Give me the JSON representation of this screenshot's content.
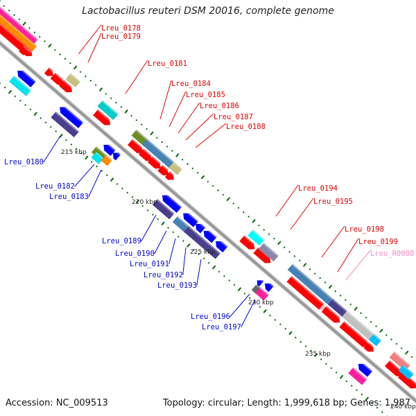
{
  "title": "Lactobacillus reuteri DSM 20016, complete genome",
  "footer": {
    "accession": "Accession: NC_009513",
    "topology": "Topology: circular; Length: 1,999,618 bp; Genes: 1,987"
  },
  "colors": {
    "backbone": "#999999",
    "tick": "#006600",
    "forward_label": "#e00000",
    "reverse_label": "#0000dd",
    "rna_label": "#f08cc0"
  },
  "ticks": [
    {
      "label": "215 kbp",
      "kbp": 215
    },
    {
      "label": "220 kbp",
      "kbp": 220
    },
    {
      "label": "225 kbp",
      "kbp": 225
    },
    {
      "label": "230 kbp",
      "kbp": 230
    },
    {
      "label": "235 kbp",
      "kbp": 235
    },
    {
      "label": "240 kbp",
      "kbp": 240
    }
  ],
  "labels": [
    {
      "text": "Lreu_0178",
      "strand": "forward"
    },
    {
      "text": "Lreu_0179",
      "strand": "forward"
    },
    {
      "text": "Lreu_0180",
      "strand": "reverse"
    },
    {
      "text": "Lreu_0181",
      "strand": "forward"
    },
    {
      "text": "Lreu_0182",
      "strand": "reverse"
    },
    {
      "text": "Lreu_0183",
      "strand": "reverse"
    },
    {
      "text": "Lreu_0184",
      "strand": "forward"
    },
    {
      "text": "Lreu_0185",
      "strand": "forward"
    },
    {
      "text": "Lreu_0186",
      "strand": "forward"
    },
    {
      "text": "Lreu_0187",
      "strand": "forward"
    },
    {
      "text": "Lreu_0188",
      "strand": "forward"
    },
    {
      "text": "Lreu_0189",
      "strand": "reverse"
    },
    {
      "text": "Lreu_0190",
      "strand": "reverse"
    },
    {
      "text": "Lreu_0191",
      "strand": "reverse"
    },
    {
      "text": "Lreu_0192",
      "strand": "reverse"
    },
    {
      "text": "Lreu_0193",
      "strand": "reverse"
    },
    {
      "text": "Lreu_0194",
      "strand": "forward"
    },
    {
      "text": "Lreu_0195",
      "strand": "forward"
    },
    {
      "text": "Lreu_0196",
      "strand": "reverse"
    },
    {
      "text": "Lreu_0197",
      "strand": "reverse"
    },
    {
      "text": "Lreu_0198",
      "strand": "forward"
    },
    {
      "text": "Lreu_0199",
      "strand": "forward"
    },
    {
      "text": "Lreu_R0008",
      "strand": "rna"
    }
  ]
}
